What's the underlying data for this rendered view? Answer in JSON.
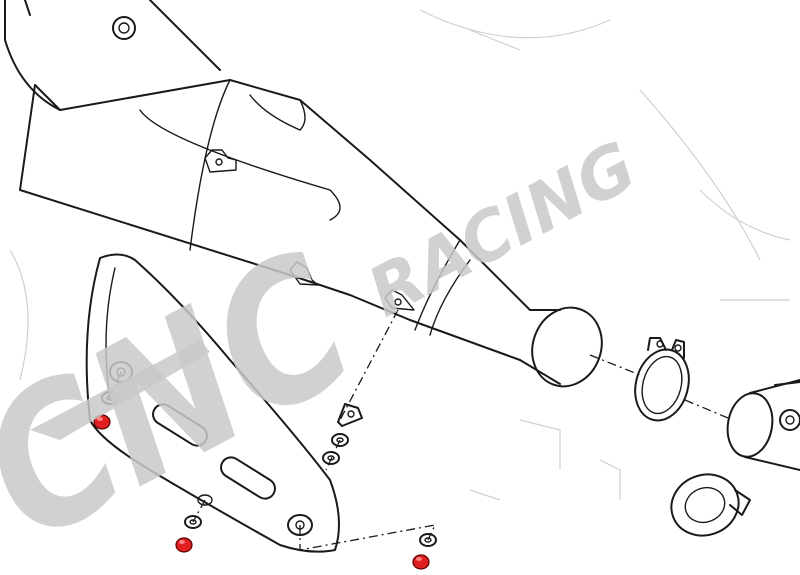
{
  "watermark": {
    "brand_big": "CNC",
    "brand_small": "RACING",
    "color": "#c9c9c9"
  },
  "diagram": {
    "line_color": "#1a1a1a",
    "highlight_color": "#e02020",
    "parts": [
      "exhaust-silencer",
      "heat-shield",
      "pipe-clamp",
      "mounting-bracket",
      "socket-screw-highlighted",
      "washer"
    ]
  }
}
